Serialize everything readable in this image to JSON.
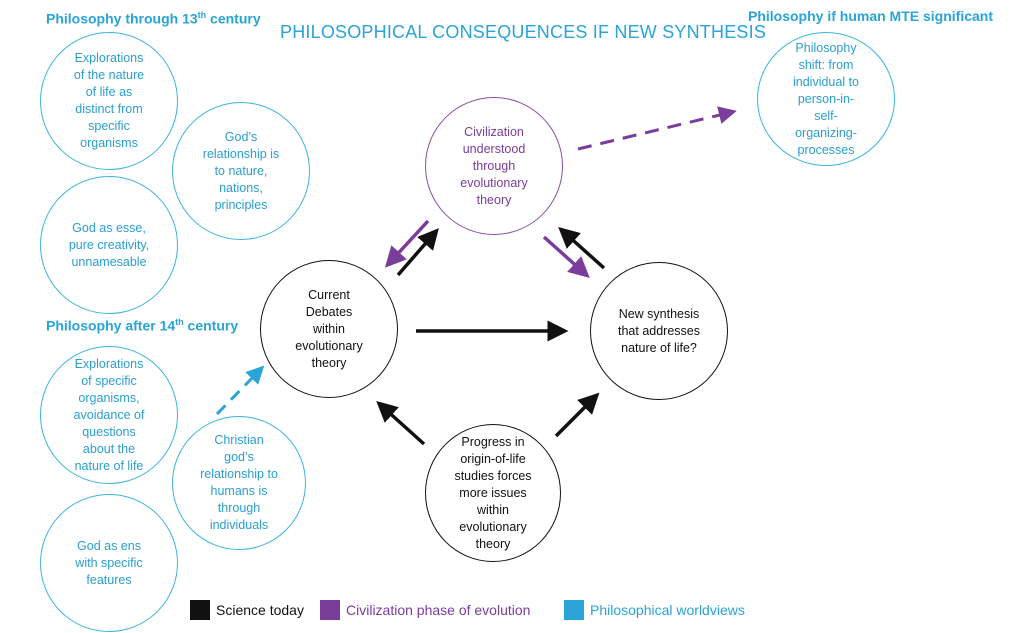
{
  "title": "PHILOSOPHICAL CONSEQUENCES IF NEW SYNTHESIS",
  "headings": {
    "through13_main": "Philosophy through 13",
    "through13_sup": "th",
    "through13_tail": " century",
    "after14_main": "Philosophy after 14",
    "after14_sup": "th",
    "after14_tail": " century",
    "human_mte": "Philosophy if human MTE significant"
  },
  "circles": {
    "explorations_life": "Explorations of the nature of life as distinct from specific organisms",
    "god_nature": "God’s relationship is to nature, nations, principles",
    "god_esse": "God as esse, pure creativity, unnamesable",
    "explorations_organisms": "Explorations of specific organisms, avoidance of questions about the nature of life",
    "christian_god": "Christian god’s relationship to humans is through individuals",
    "god_ens": "God as ens with specific features",
    "civilization": "Civilization understood through evolutionary theory",
    "philosophy_shift": "Philosophy shift: from individual to person-in-self-organizing-processes",
    "current_debates": "Current Debates within evolutionary theory",
    "new_synthesis": "New synthesis that addresses nature of life?",
    "progress_origin": "Progress in origin-of-life studies forces more issues within evolutionary theory"
  },
  "legend": {
    "science": "Science today",
    "civilization": "Civilization phase of evolution",
    "philosophical": "Philosophical worldviews"
  },
  "colors": {
    "blue": "#2aa3d8",
    "purple": "#7a3d9a",
    "black": "#111111"
  }
}
